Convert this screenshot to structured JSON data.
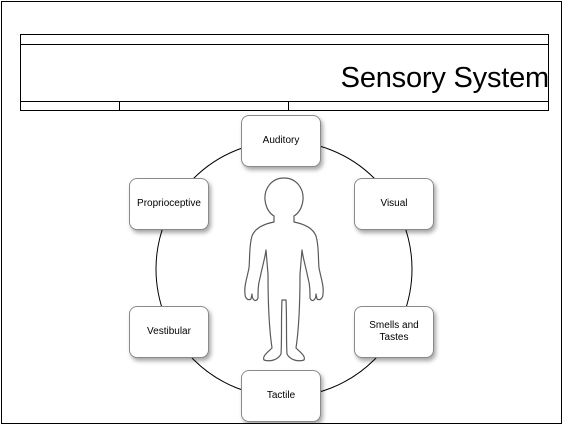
{
  "slide": {
    "title": "Sensory System"
  },
  "diagram": {
    "nodes": [
      {
        "id": "auditory",
        "label": "Auditory"
      },
      {
        "id": "visual",
        "label": "Visual"
      },
      {
        "id": "smells-and-tastes",
        "label": "Smells and Tastes"
      },
      {
        "id": "tactile",
        "label": "Tactile"
      },
      {
        "id": "vestibular",
        "label": "Vestibular"
      },
      {
        "id": "proprioceptive",
        "label": "Proprioceptive"
      }
    ],
    "center_figure": "human-body-outline",
    "line_color": "#000000",
    "node_border_color": "#8a8a8a"
  }
}
